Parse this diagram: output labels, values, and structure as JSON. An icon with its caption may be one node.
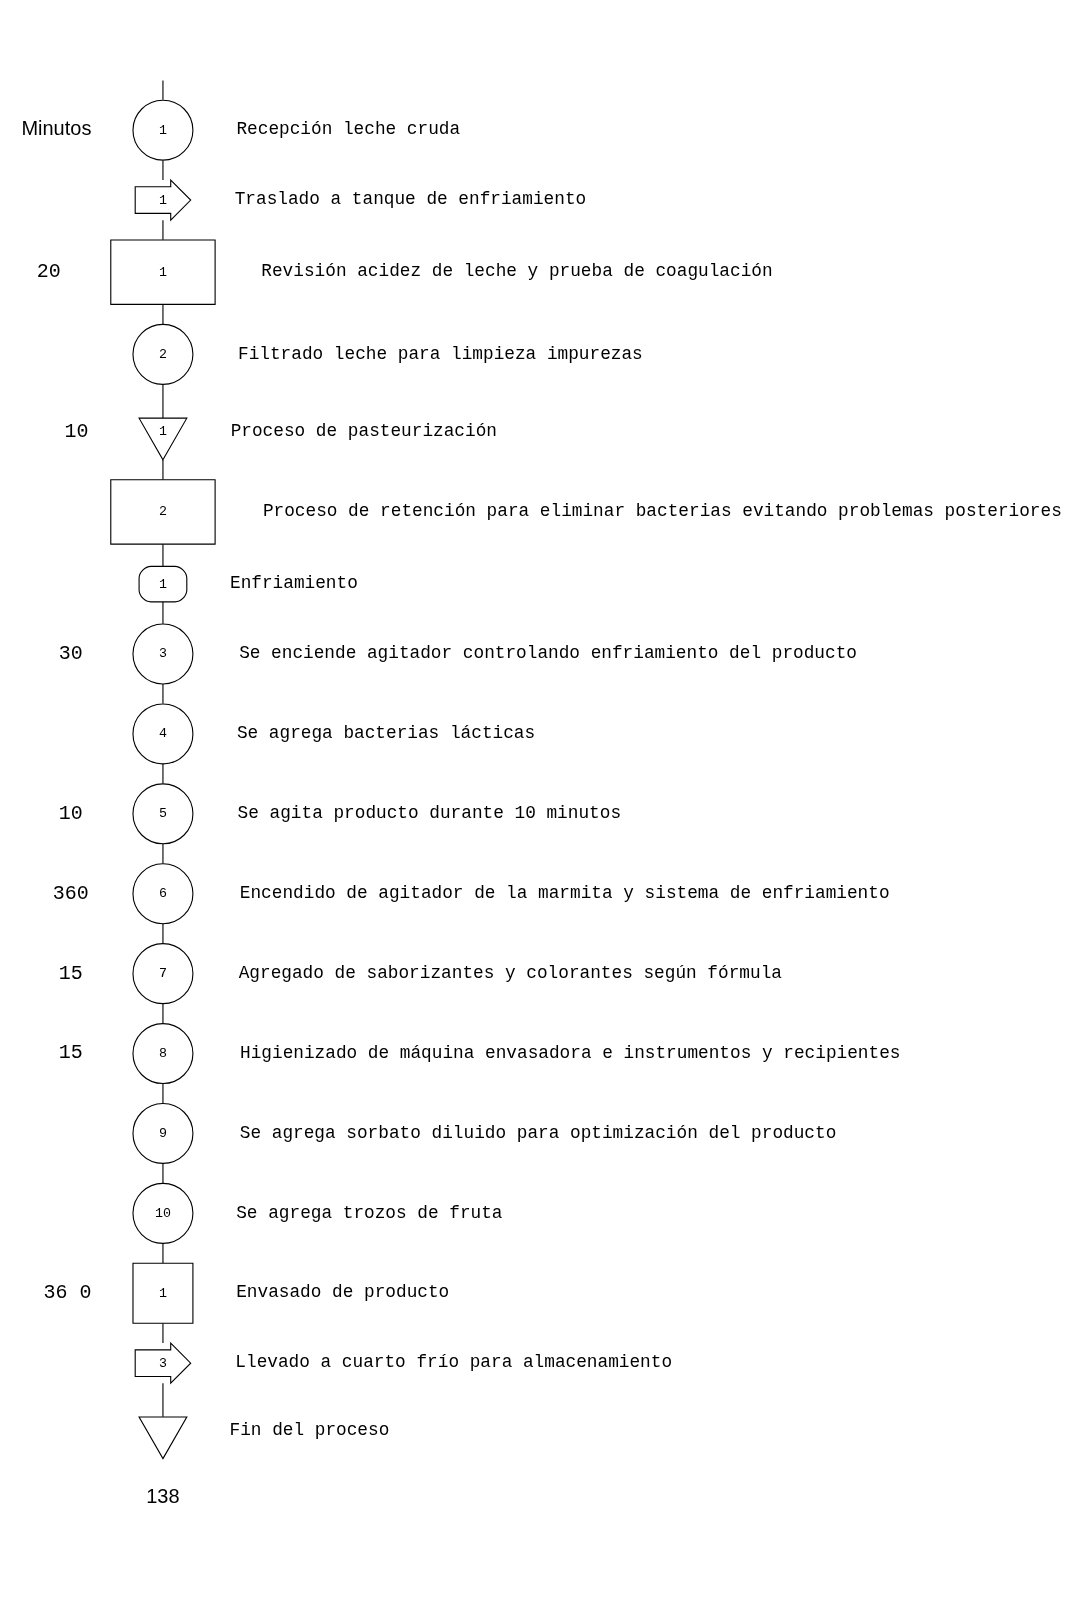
{
  "diagram": {
    "nodes": [
      {
        "text": [
          "1"
        ],
        "beside": [
          "Recepción leche cruda"
        ]
      },
      {
        "text": [
          "1"
        ],
        "beside": [
          "Traslado a tanque de enfriamiento"
        ]
      },
      {
        "text": [
          "1"
        ],
        "beside": [
          "Revisión acidez de leche y prueba de coagulación",
          "20"
        ]
      },
      {
        "text": [
          "2"
        ],
        "beside": [
          "Filtrado leche para limpieza impurezas"
        ]
      },
      {
        "text": [
          "1"
        ],
        "beside": [
          "Proceso de pasteurización",
          "10"
        ]
      },
      {
        "text": [
          "2"
        ],
        "beside": [
          "Proceso de retención para eliminar bacterias evitando problemas posteriores"
        ]
      },
      {
        "text": [
          "1"
        ],
        "beside": [
          "Enfriamiento"
        ]
      },
      {
        "text": [
          "3"
        ],
        "beside": [
          "Se enciende agitador controlando enfriamiento del producto",
          "30"
        ]
      },
      {
        "text": [
          "4"
        ],
        "beside": [
          "Se agrega bacterias lácticas"
        ]
      },
      {
        "text": [
          "5"
        ],
        "beside": [
          "Se agita producto durante 10 minutos",
          "10"
        ]
      },
      {
        "text": [
          "6"
        ],
        "beside": [
          "Encendido de agitador de la marmita y sistema de enfriamiento",
          "360"
        ]
      },
      {
        "text": [
          "7"
        ],
        "beside": [
          "Agregado de saborizantes y colorantes según fórmula",
          "15"
        ]
      },
      {
        "text": [
          "8"
        ],
        "beside": [
          "Higienizado de máquina envasadora e instrumentos y recipientes",
          "15"
        ]
      },
      {
        "text": [
          "9"
        ],
        "beside": [
          "Se agrega sorbato diluido para optimización del producto"
        ]
      },
      {
        "text": [
          "10"
        ],
        "beside": [
          "Se agrega trozos de fruta"
        ]
      },
      {
        "text": [
          "1"
        ],
        "beside": [
          "Envasado de producto",
          "36 0"
        ]
      },
      {
        "text": [
          "3"
        ],
        "beside": [
          "Llevado a cuarto frío para almacenamiento"
        ]
      },
      {
        "text": [],
        "shape": "triangle",
        "beside": [
          "Fin del proceso"
        ]
      }
    ],
    "edges": [
      {
        "from": null,
        "to": 0,
        "arrow": "none"
      },
      {
        "from": 0,
        "to": 1,
        "arrow": "none"
      },
      {
        "from": 1,
        "to": 2,
        "arrow": "none"
      },
      {
        "from": 2,
        "to": 3,
        "arrow": "none"
      },
      {
        "from": 3,
        "to": 4,
        "arrow": "none"
      },
      {
        "from": 4,
        "to": 5,
        "arrow": "none"
      },
      {
        "from": 5,
        "to": 6,
        "arrow": "none"
      },
      {
        "from": 6,
        "to": 7,
        "arrow": "none"
      },
      {
        "from": 7,
        "to": 8,
        "arrow": "none"
      },
      {
        "from": 8,
        "to": 9,
        "arrow": "none"
      },
      {
        "from": 9,
        "to": 10,
        "arrow": "none"
      },
      {
        "from": 10,
        "to": 11,
        "arrow": "none"
      },
      {
        "from": 11,
        "to": 12,
        "arrow": "none"
      },
      {
        "from": 12,
        "to": 13,
        "arrow": "none"
      },
      {
        "from": 13,
        "to": 14,
        "arrow": "none"
      },
      {
        "from": 14,
        "to": 15,
        "arrow": "none"
      },
      {
        "from": 15,
        "to": 16,
        "arrow": "none"
      },
      {
        "from": 16,
        "to": 17,
        "arrow": "none"
      }
    ],
    "labels": [
      "Minutos",
      "138"
    ]
  }
}
